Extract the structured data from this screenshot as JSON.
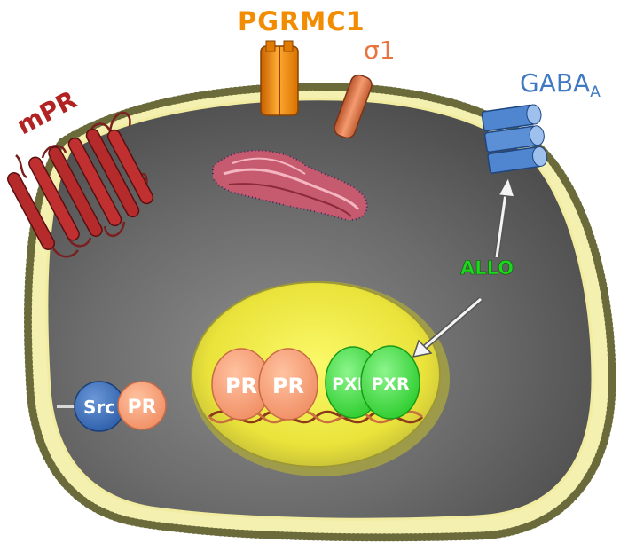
{
  "labels": {
    "mpr": "mPR",
    "pgrmc1": "PGRMC1",
    "sigma1": "σ1",
    "gaba": "GABA",
    "gaba_sub": "A",
    "allo": "ALLO",
    "src": "Src",
    "pr_cytoplasm": "PR",
    "pr_nuclear_1": "PR",
    "pr_nuclear_2": "PR",
    "pxr_back": "PXI",
    "pxr_front": "PXR"
  },
  "colors": {
    "mpr": "#b22222",
    "pgrmc1": "#f28c00",
    "sigma1": "#e9743f",
    "gaba": "#3f79c4",
    "allo": "#22cc22",
    "cytoplasm": "#6e6e6e",
    "nucleus": "#f2ee3a",
    "pr": "#f7a07a",
    "pxr": "#4ee04e",
    "src": "#3f6fb6"
  }
}
